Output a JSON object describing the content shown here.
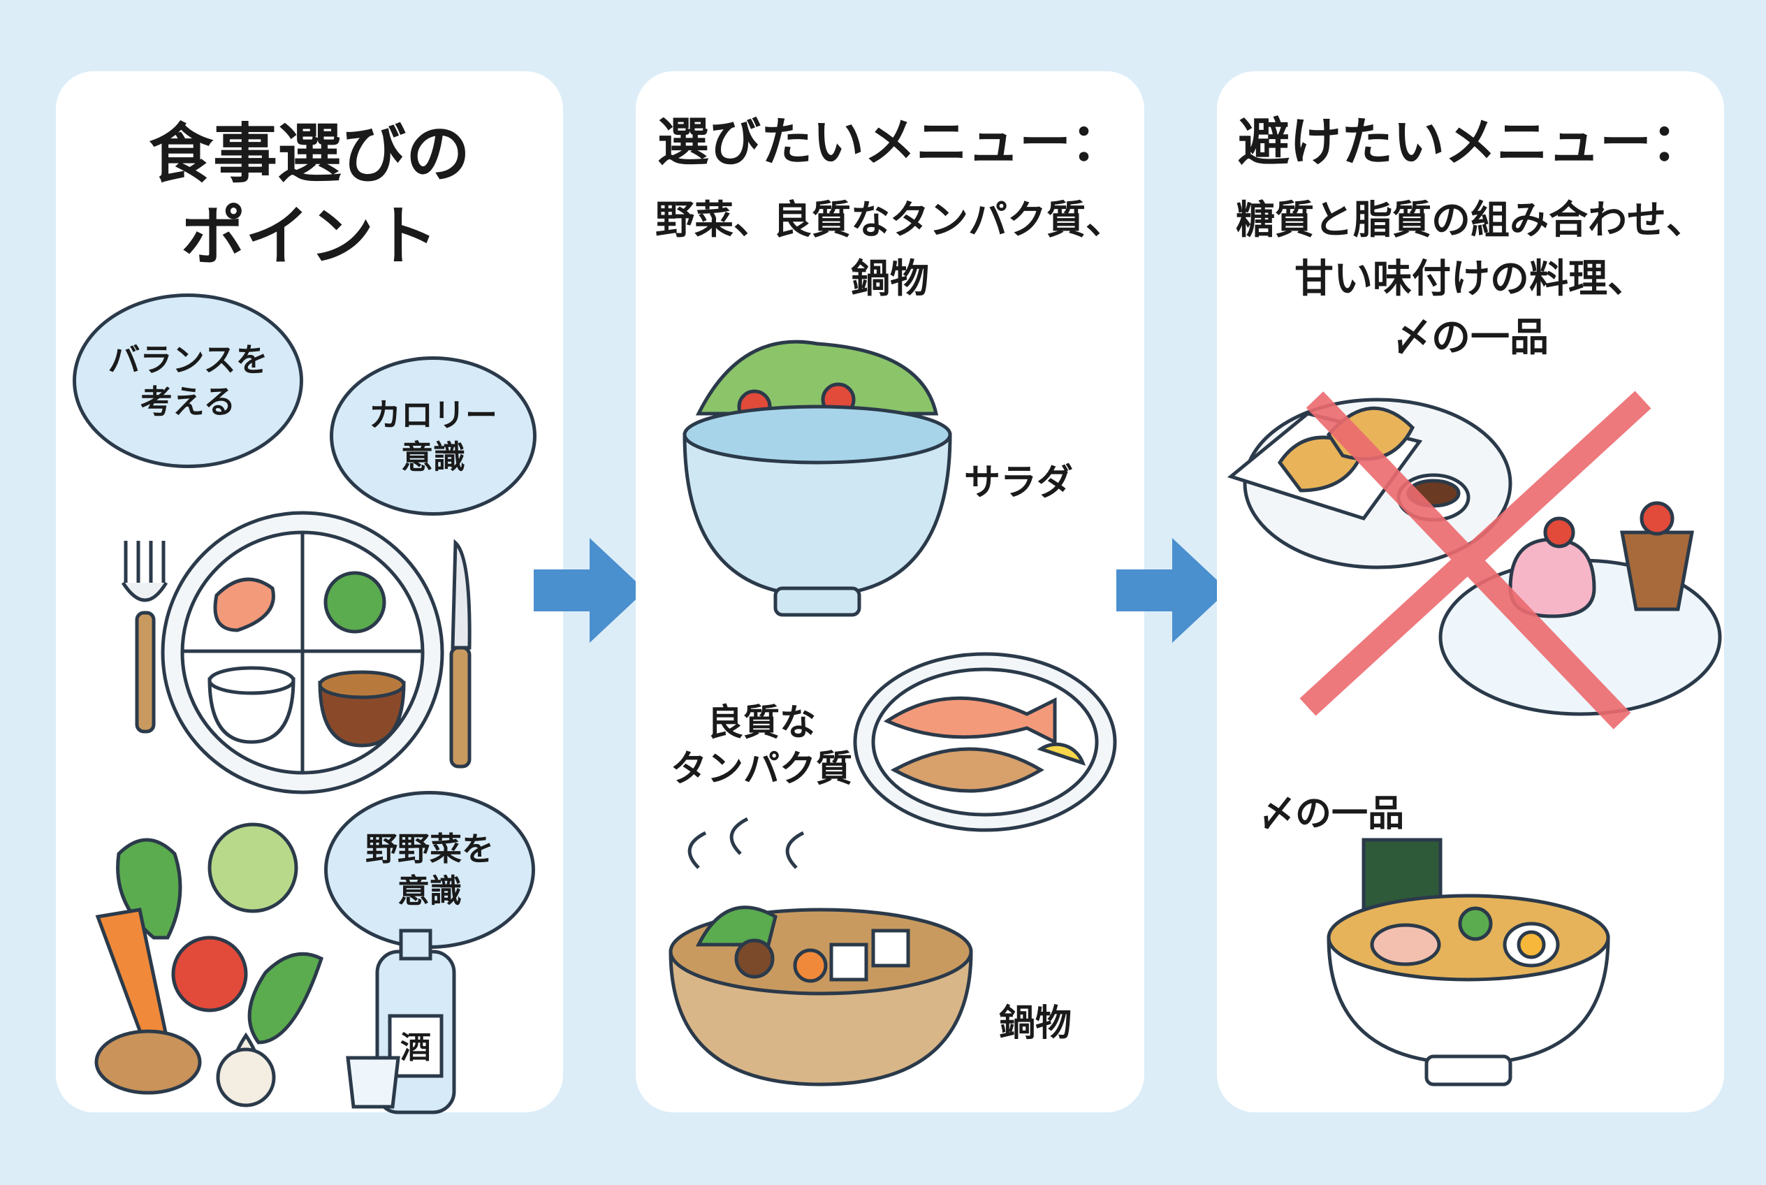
{
  "panel1": {
    "title_line1": "食事選びの",
    "title_line2": "ポイント",
    "bubbles": [
      {
        "line1": "バランスを",
        "line2": "考える"
      },
      {
        "line1": "カロリー",
        "line2": "意識"
      },
      {
        "line1": "野野菜を",
        "line2": "意識"
      }
    ],
    "sake_label": "酒"
  },
  "panel2": {
    "title": "選びたいメニュー：",
    "sub_line1": "野菜、良質なタンパク質、",
    "sub_line2": "鍋物",
    "salad_label": "サラダ",
    "protein_line1": "良質な",
    "protein_line2": "タンパク質",
    "nabe_label": "鍋物"
  },
  "panel3": {
    "title": "避けたいメニュー：",
    "sub_line1": "糖質と脂質の組み合わせ、",
    "sub_line2": "甘い味付けの料理、",
    "sub_line3": "〆の一品",
    "shime_label": "〆の一品"
  },
  "colors": {
    "background": "#dcedf8",
    "arrow": "#4a8fce",
    "cross": "#ec6b6f",
    "bubble": "#d6eaf7"
  }
}
